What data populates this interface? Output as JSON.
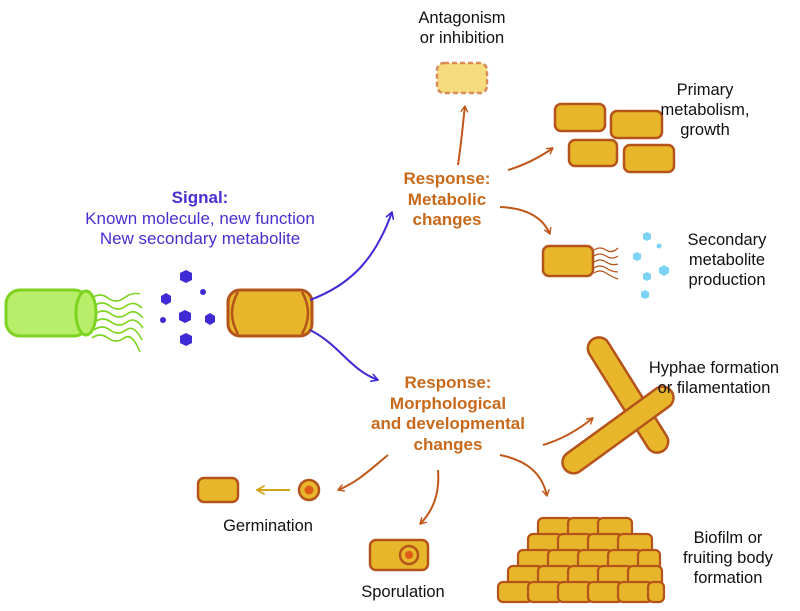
{
  "colors": {
    "cell_fill": "#e8b62a",
    "cell_stroke": "#b5541a",
    "response_arrow": "#c0581c",
    "signal_arrow": "#3f2ad4",
    "signal_text": "#4a2fd1",
    "response_text": "#c8691b",
    "sender_cell_fill": "#b8ee6a",
    "sender_cell_stroke": "#7ed321",
    "inhibited_fill": "#f6dc7e",
    "inhibited_stroke": "#d98b5a",
    "metabolite_dots": "#7dd3f5",
    "germination_arrow": "#d4a317"
  },
  "signal": {
    "title": "Signal:",
    "line1": "Known molecule, new function",
    "line2": "New secondary metabolite"
  },
  "metabolic_response": {
    "line1": "Response:",
    "line2": "Metabolic",
    "line3": "changes"
  },
  "morphological_response": {
    "line1": "Response:",
    "line2": "Morphological",
    "line3": "and developmental",
    "line4": "changes"
  },
  "outcomes": {
    "antagonism": {
      "line1": "Antagonism",
      "line2": "or inhibition"
    },
    "primary": {
      "line1": "Primary",
      "line2": "metabolism,",
      "line3": "growth"
    },
    "secondary": {
      "line1": "Secondary",
      "line2": "metabolite",
      "line3": "production"
    },
    "hyphae": {
      "line1": "Hyphae formation",
      "line2": "or filamentation"
    },
    "germination": {
      "line1": "Germination"
    },
    "sporulation": {
      "line1": "Sporulation"
    },
    "biofilm": {
      "line1": "Biofilm or",
      "line2": "fruiting body",
      "line3": "formation"
    }
  }
}
